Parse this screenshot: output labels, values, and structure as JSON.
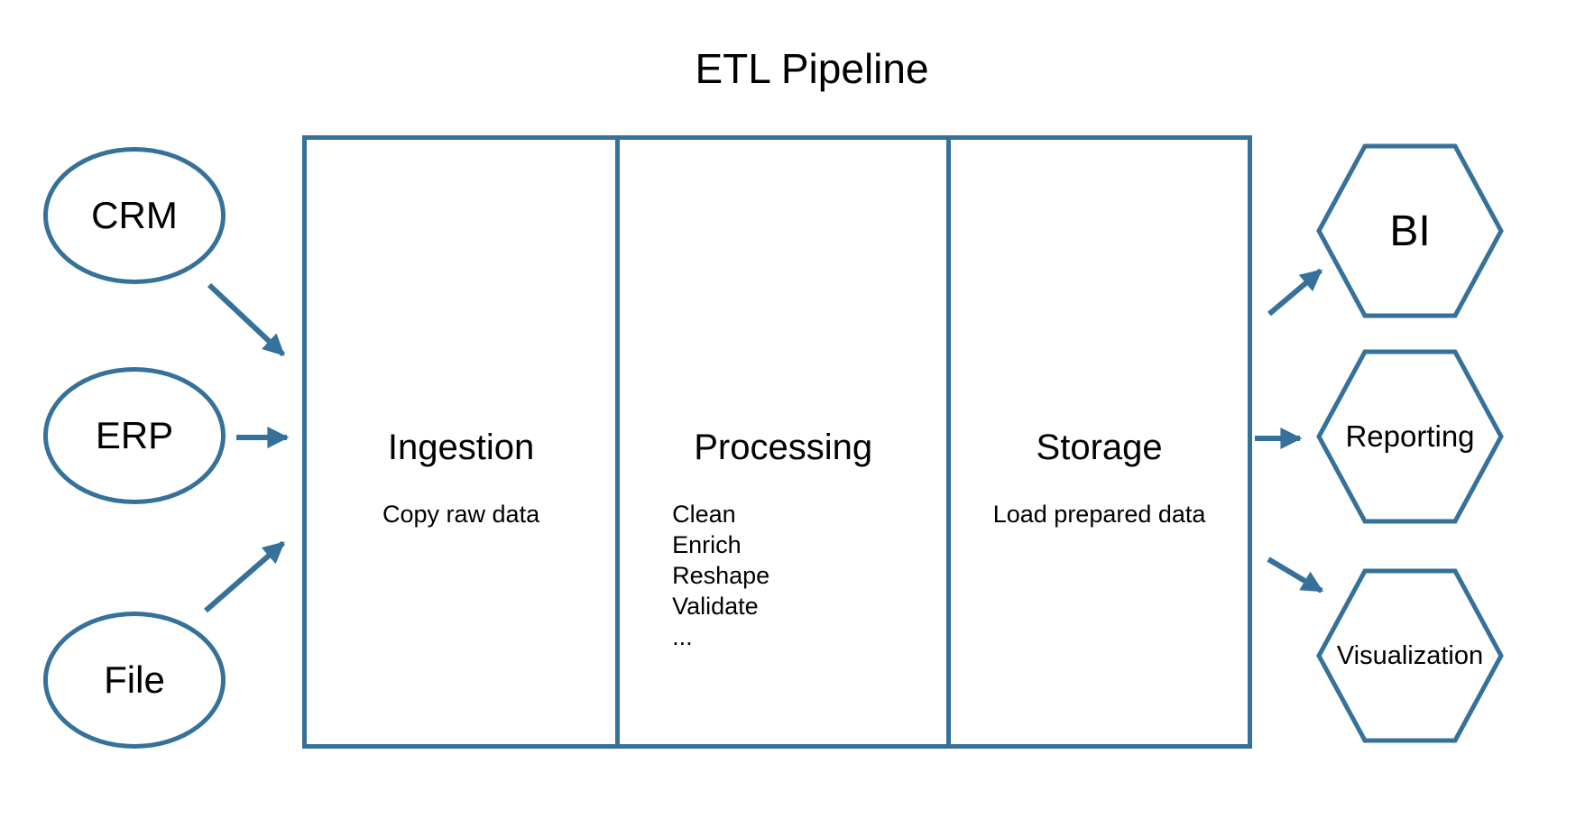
{
  "title": "ETL Pipeline",
  "colors": {
    "accent": "#35719A",
    "text": "#000000",
    "background": "#FFFFFF"
  },
  "sources": [
    {
      "id": "crm",
      "label": "CRM"
    },
    {
      "id": "erp",
      "label": "ERP"
    },
    {
      "id": "file",
      "label": "File"
    }
  ],
  "pipeline": {
    "stages": [
      {
        "id": "ingestion",
        "title": "Ingestion",
        "details": [
          "Copy raw data"
        ]
      },
      {
        "id": "processing",
        "title": "Processing",
        "details": [
          "Clean",
          "Enrich",
          "Reshape",
          "Validate",
          "..."
        ]
      },
      {
        "id": "storage",
        "title": "Storage",
        "details": [
          "Load prepared data"
        ]
      }
    ]
  },
  "destinations": [
    {
      "id": "bi",
      "label": "BI"
    },
    {
      "id": "reporting",
      "label": "Reporting"
    },
    {
      "id": "visualization",
      "label": "Visualization"
    }
  ]
}
